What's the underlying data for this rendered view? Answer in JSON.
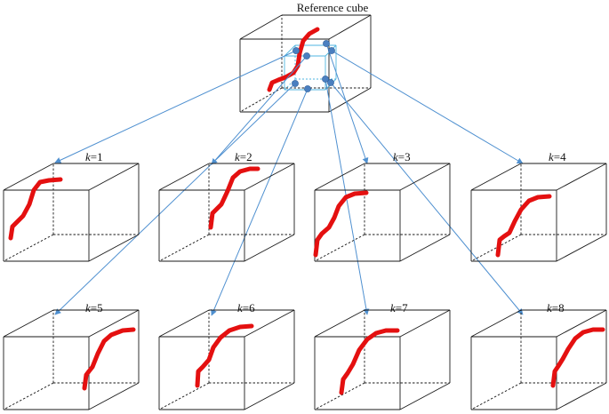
{
  "title": "Reference cube",
  "k_symbol": "k",
  "panels": [
    {
      "k_text": "=1"
    },
    {
      "k_text": "=2"
    },
    {
      "k_text": "=3"
    },
    {
      "k_text": "=4"
    },
    {
      "k_text": "=5"
    },
    {
      "k_text": "=6"
    },
    {
      "k_text": "=7"
    },
    {
      "k_text": "=8"
    }
  ],
  "colors": {
    "edge": "#1a1a1a",
    "curve": "#e41010",
    "arrow": "#4f90d0",
    "node": "#4a7fc0",
    "subcube": "#4fb6e0"
  }
}
